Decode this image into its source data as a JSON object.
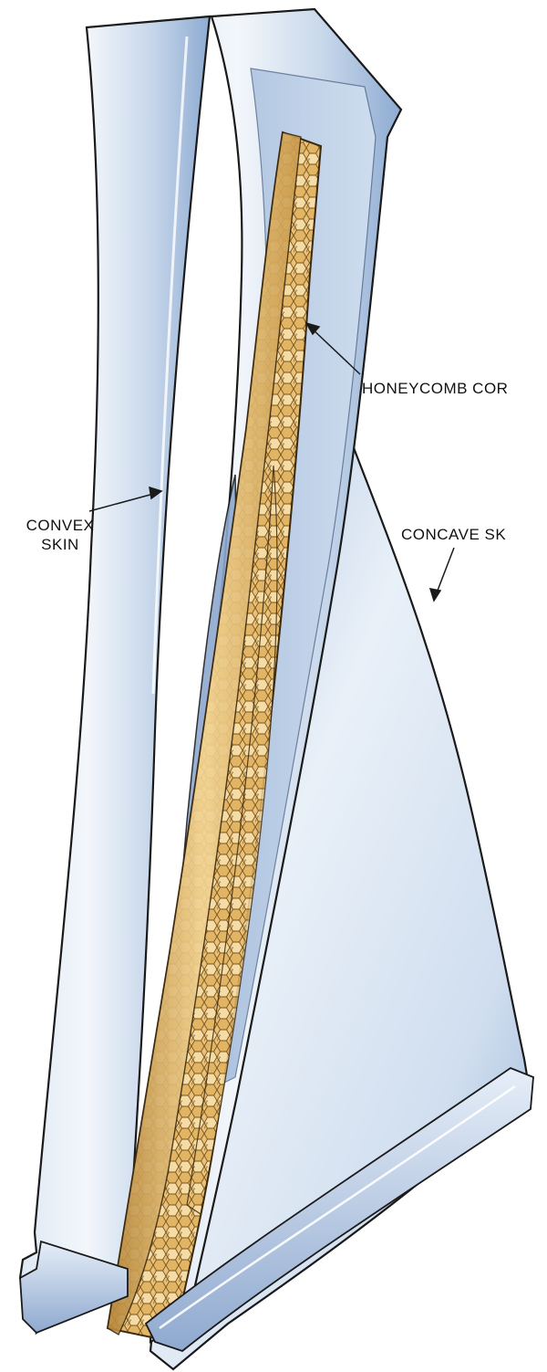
{
  "labels": {
    "honeycomb_core": "HONEYCOMB COR",
    "convex_skin_line1": "CONVEX",
    "convex_skin_line2": "SKIN",
    "concave_skin": "CONCAVE SK"
  },
  "colors": {
    "skin_light": "#e8eff8",
    "skin_mid": "#b9cde6",
    "skin_dark": "#7f9cc6",
    "honeycomb_light": "#f6dc9e",
    "honeycomb_mid": "#d9ab5a",
    "honeycomb_dark": "#9c6d2a",
    "outline": "#1a1a1a"
  }
}
